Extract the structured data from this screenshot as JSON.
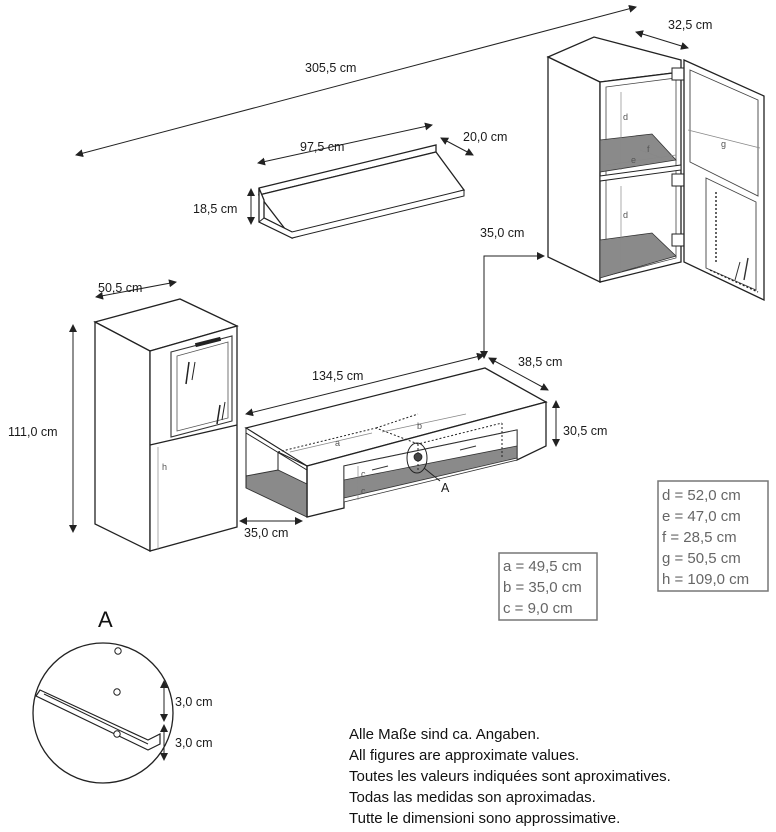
{
  "dimensions": {
    "overall_width": "305,5 cm",
    "wall_unit_depth": "32,5 cm",
    "shelf_width": "97,5 cm",
    "shelf_depth": "20,0 cm",
    "shelf_height": "18,5 cm",
    "wall_unit_offset": "35,0 cm",
    "highboard_width": "50,5 cm",
    "highboard_height": "111,0 cm",
    "highboard_gap": "35,0 cm",
    "tv_width": "134,5 cm",
    "tv_depth": "38,5 cm",
    "tv_height": "30,5 cm"
  },
  "inner_labels": {
    "a": "a",
    "b": "b",
    "c1": "c",
    "c2": "c",
    "d1": "d",
    "d2": "d",
    "e": "e",
    "f": "f",
    "g": "g",
    "h": "h",
    "callout": "A"
  },
  "legend_abc": [
    "a = 49,5 cm",
    "b = 35,0 cm",
    "c =   9,0 cm"
  ],
  "legend_dh": [
    "d =   52,0 cm",
    "e =   47,0 cm",
    "f =   28,5 cm",
    "g =   50,5 cm",
    "h = 109,0 cm"
  ],
  "detail": {
    "title": "A",
    "dim1": "3,0 cm",
    "dim2": "3,0 cm"
  },
  "notes": [
    "Alle Maße sind ca. Angaben.",
    "All figures are approximate values.",
    "Toutes les valeurs indiquées sont aproximatives.",
    "Todas las medidas son aproximadas.",
    "Tutte le dimensioni sono approssimative."
  ]
}
